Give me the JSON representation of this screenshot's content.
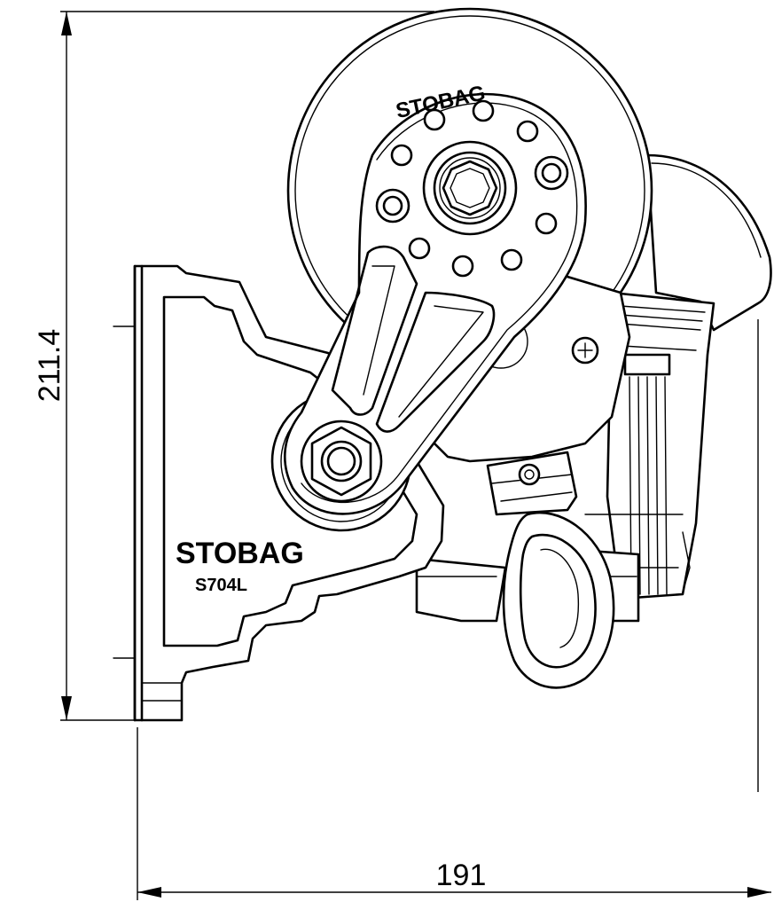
{
  "dimensions": {
    "height": "211.4",
    "width": "191"
  },
  "labels": {
    "brand": "STOBAG",
    "model": "S704L",
    "pulley_brand": "STOBAG"
  },
  "colors": {
    "line": "#000000",
    "background": "#ffffff"
  }
}
